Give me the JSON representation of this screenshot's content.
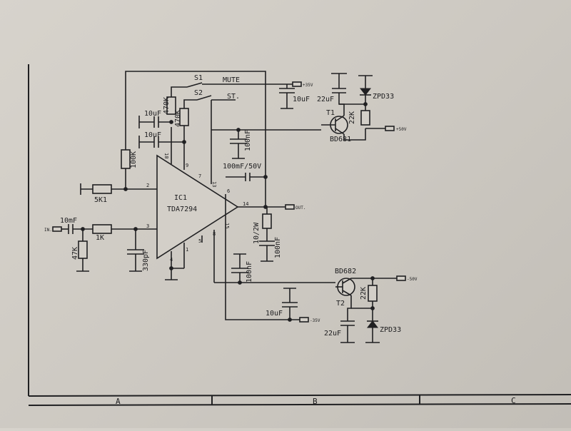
{
  "ic": {
    "ref": "IC1",
    "part": "TDA7294"
  },
  "switches": {
    "s1": "S1",
    "s2": "S2",
    "mute": "MUTE",
    "st": "ST."
  },
  "resistors": {
    "r_470k_a": "470K",
    "r_470k_b": "470K",
    "r_100k": "100K",
    "r_5k1": "5K1",
    "r_1k": "1K",
    "r_47k": "47K",
    "r_10_2w": "10/2W",
    "r_22k_top": "22K",
    "r_22k_bottom": "22K"
  },
  "capacitors": {
    "c_10uf_a": "10uF",
    "c_10uf_b": "10uF",
    "c_10uf_top_rail": "10uF",
    "c_10uf_bottom_rail": "10uF",
    "c_100nf_a": "100nF",
    "c_100nf_b": "100nF",
    "c_100nf_c": "100nF",
    "c_100mf_50v": "100mF/50V",
    "c_10mf_in": "10mF",
    "c_330pf": "330pF",
    "c_22uf_top": "22uF",
    "c_22uf_bottom": "22uF"
  },
  "transistors": {
    "t1_ref": "T1",
    "t1_part": "BD681",
    "t2_ref": "T2",
    "t2_part": "BD682"
  },
  "zeners": {
    "z_top": "ZPD33",
    "z_bottom": "ZPD33"
  },
  "connectors": {
    "in": "IN.",
    "out": "OUT.",
    "p35": "+35V",
    "m35": "-35V",
    "p50": "+50V",
    "m50": "-50V"
  },
  "pins": {
    "p1": "1",
    "p2": "2",
    "p3": "3",
    "p4": "4",
    "p5": "5",
    "p6": "6",
    "p7": "7",
    "p8": "8",
    "p9": "9",
    "p10": "10",
    "p13": "13",
    "p14": "14",
    "p15": "15"
  },
  "frame_columns": [
    "A",
    "B",
    "C"
  ],
  "colors": {
    "paper": "#cfcbc4",
    "ink": "#202022"
  }
}
